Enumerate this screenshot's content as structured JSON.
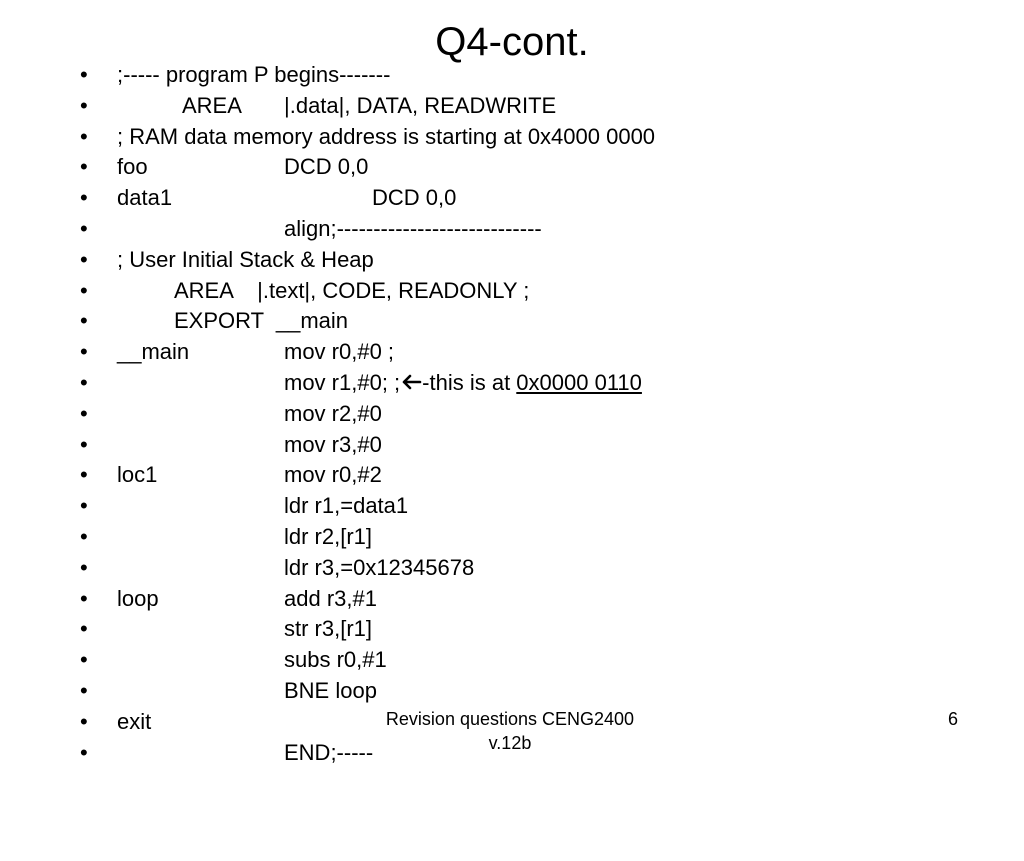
{
  "slide": {
    "title": "Q4-cont.",
    "bullet_symbol": "•",
    "lines": {
      "l1": ";----- program P begins-------",
      "l2_a": "AREA",
      "l2_b": "|.data|, DATA, READWRITE",
      "l3": "; RAM data memory address is starting at 0x4000 0000",
      "l4_label": "foo",
      "l4_instr": "DCD 0,0",
      "l5_label": "data1",
      "l5_instr": "DCD 0,0",
      "l6_instr": "align;----------------------------",
      "l7": "; User Initial Stack & Heap",
      "l8": "AREA    |.text|, CODE, READONLY ;",
      "l9": "EXPORT  __main",
      "l10_label": "__main",
      "l10_instr": "mov r0,#0 ;",
      "l11_instr_pre": "mov r1,#0; ;",
      "l11_instr_mid": "-this is at ",
      "l11_instr_addr": "0x0000 0110",
      "l12_instr": "mov r2,#0",
      "l13_instr": "mov r3,#0",
      "l14_label": "loc1",
      "l14_instr": "mov r0,#2",
      "l15_instr": "ldr r1,=data1",
      "l16_instr": "ldr r2,[r1]",
      "l17_instr": "ldr r3,=0x12345678",
      "l18_label": "loop",
      "l18_instr": "add r3,#1",
      "l19_instr": "str r3,[r1]",
      "l20_instr": "subs r0,#1",
      "l21_instr": "BNE loop",
      "l22_label": "exit",
      "l23_instr": "END;-----"
    },
    "arrow_icon": "left-arrow-icon"
  },
  "footer": {
    "line1": "Revision questions CENG2400",
    "line2": "v.12b",
    "page_number": "6"
  }
}
